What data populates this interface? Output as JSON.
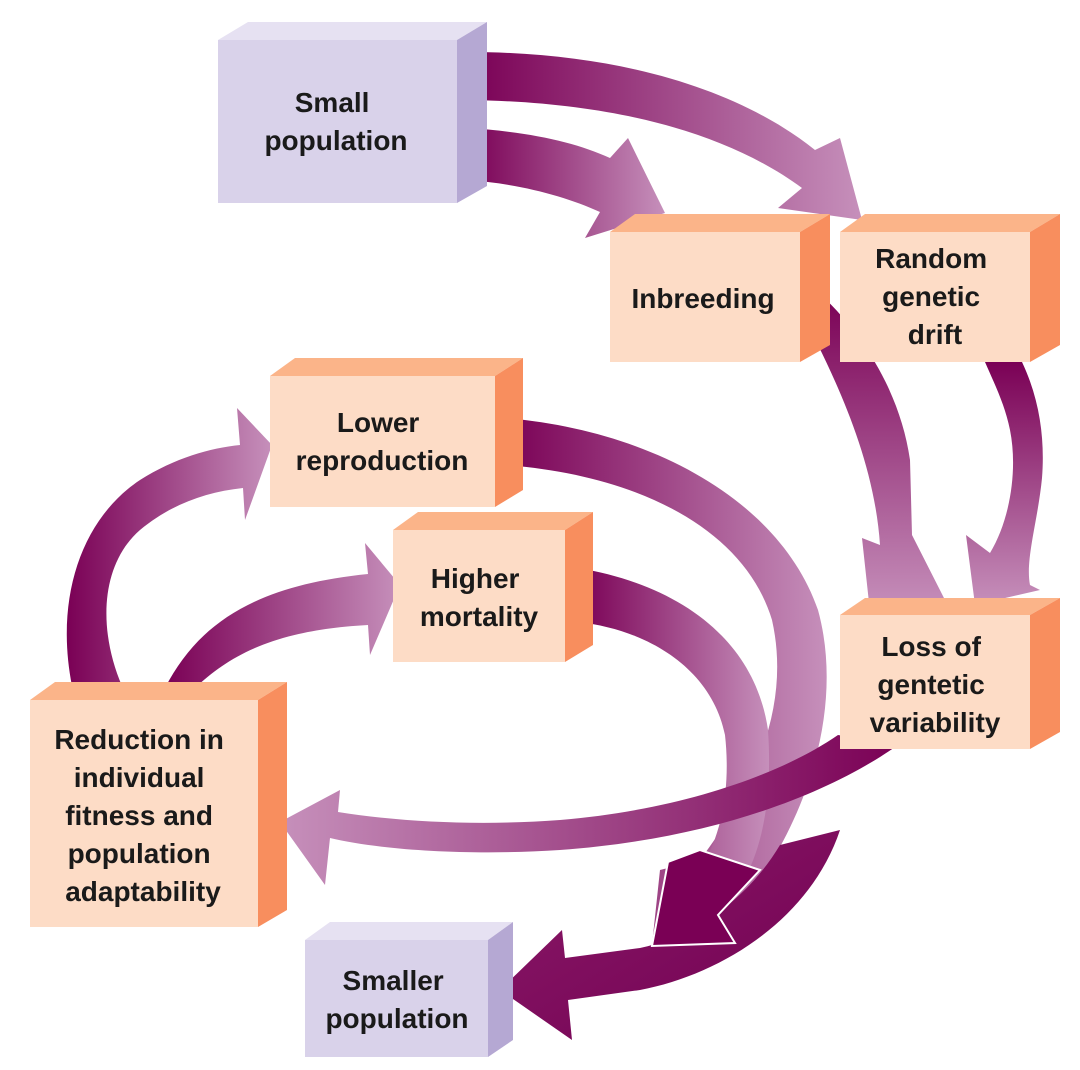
{
  "title": "Extinction vortex: consequences of small population size",
  "colors": {
    "lavender_front": "#d9d2ea",
    "lavender_top": "#e6e1f2",
    "lavender_side": "#b5a8d3",
    "peach_front": "#fddcc6",
    "peach_top": "#fbb489",
    "peach_side": "#f88e5e",
    "arrow_dark": "#7a0055",
    "arrow_light": "#c48cb8",
    "text": "#1a1a1a"
  },
  "nodes": [
    {
      "id": "small-population",
      "lines": [
        "Small",
        "population"
      ],
      "style": "lavender"
    },
    {
      "id": "inbreeding",
      "lines": [
        "Inbreeding"
      ],
      "style": "peach"
    },
    {
      "id": "random-genetic-drift",
      "lines": [
        "Random",
        "genetic",
        "drift"
      ],
      "style": "peach"
    },
    {
      "id": "loss-of-genetic-variability",
      "lines": [
        "Loss of",
        "gentetic",
        "variability"
      ],
      "style": "peach"
    },
    {
      "id": "reduction-in-fitness",
      "lines": [
        "Reduction in",
        "individual",
        "fitness and",
        "population",
        "adaptability"
      ],
      "style": "peach"
    },
    {
      "id": "lower-reproduction",
      "lines": [
        "Lower",
        "reproduction"
      ],
      "style": "peach"
    },
    {
      "id": "higher-mortality",
      "lines": [
        "Higher",
        "mortality"
      ],
      "style": "peach"
    },
    {
      "id": "smaller-population",
      "lines": [
        "Smaller",
        "population"
      ],
      "style": "lavender"
    }
  ],
  "edges": [
    {
      "from": "small-population",
      "to": "inbreeding"
    },
    {
      "from": "small-population",
      "to": "random-genetic-drift"
    },
    {
      "from": "inbreeding",
      "to": "loss-of-genetic-variability"
    },
    {
      "from": "random-genetic-drift",
      "to": "loss-of-genetic-variability"
    },
    {
      "from": "loss-of-genetic-variability",
      "to": "reduction-in-fitness"
    },
    {
      "from": "reduction-in-fitness",
      "to": "lower-reproduction"
    },
    {
      "from": "reduction-in-fitness",
      "to": "higher-mortality"
    },
    {
      "from": "lower-reproduction",
      "to": "smaller-population"
    },
    {
      "from": "higher-mortality",
      "to": "smaller-population"
    }
  ]
}
